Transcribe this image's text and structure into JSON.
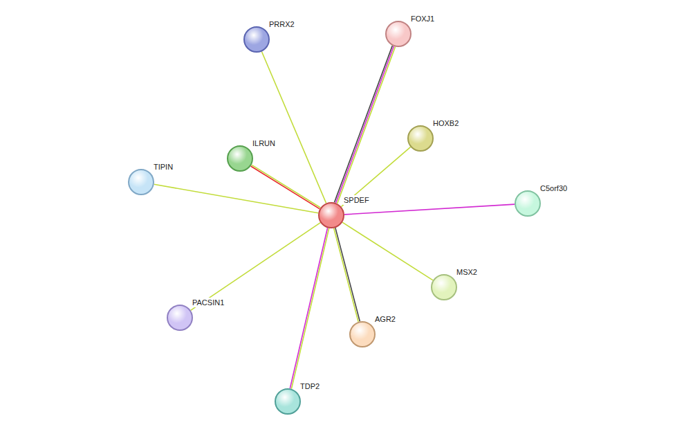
{
  "diagram": {
    "nodes": [
      {
        "text": [
          "PRRX2"
        ]
      },
      {
        "text": [
          "FOXJ1"
        ]
      },
      {
        "text": [
          "HOXB2"
        ]
      },
      {
        "text": [
          "ILRUN"
        ]
      },
      {
        "text": [
          "TIPIN"
        ]
      },
      {
        "text": [
          "SPDEF"
        ]
      },
      {
        "text": [
          "C5orf30"
        ]
      },
      {
        "text": [
          "MSX2"
        ]
      },
      {
        "text": [
          "PACSIN1"
        ]
      },
      {
        "text": [
          "AGR2"
        ]
      },
      {
        "text": [
          "TDP2"
        ]
      }
    ],
    "edges": [
      {
        "from": 5,
        "to": 0,
        "arrow": "none"
      },
      {
        "from": 5,
        "to": 1,
        "arrow": "none"
      },
      {
        "from": 5,
        "to": 2,
        "arrow": "none"
      },
      {
        "from": 5,
        "to": 3,
        "arrow": "none"
      },
      {
        "from": 5,
        "to": 4,
        "arrow": "none"
      },
      {
        "from": 5,
        "to": 6,
        "arrow": "none"
      },
      {
        "from": 5,
        "to": 7,
        "arrow": "none"
      },
      {
        "from": 5,
        "to": 8,
        "arrow": "none"
      },
      {
        "from": 5,
        "to": 9,
        "arrow": "none"
      },
      {
        "from": 5,
        "to": 10,
        "arrow": "none"
      }
    ]
  }
}
